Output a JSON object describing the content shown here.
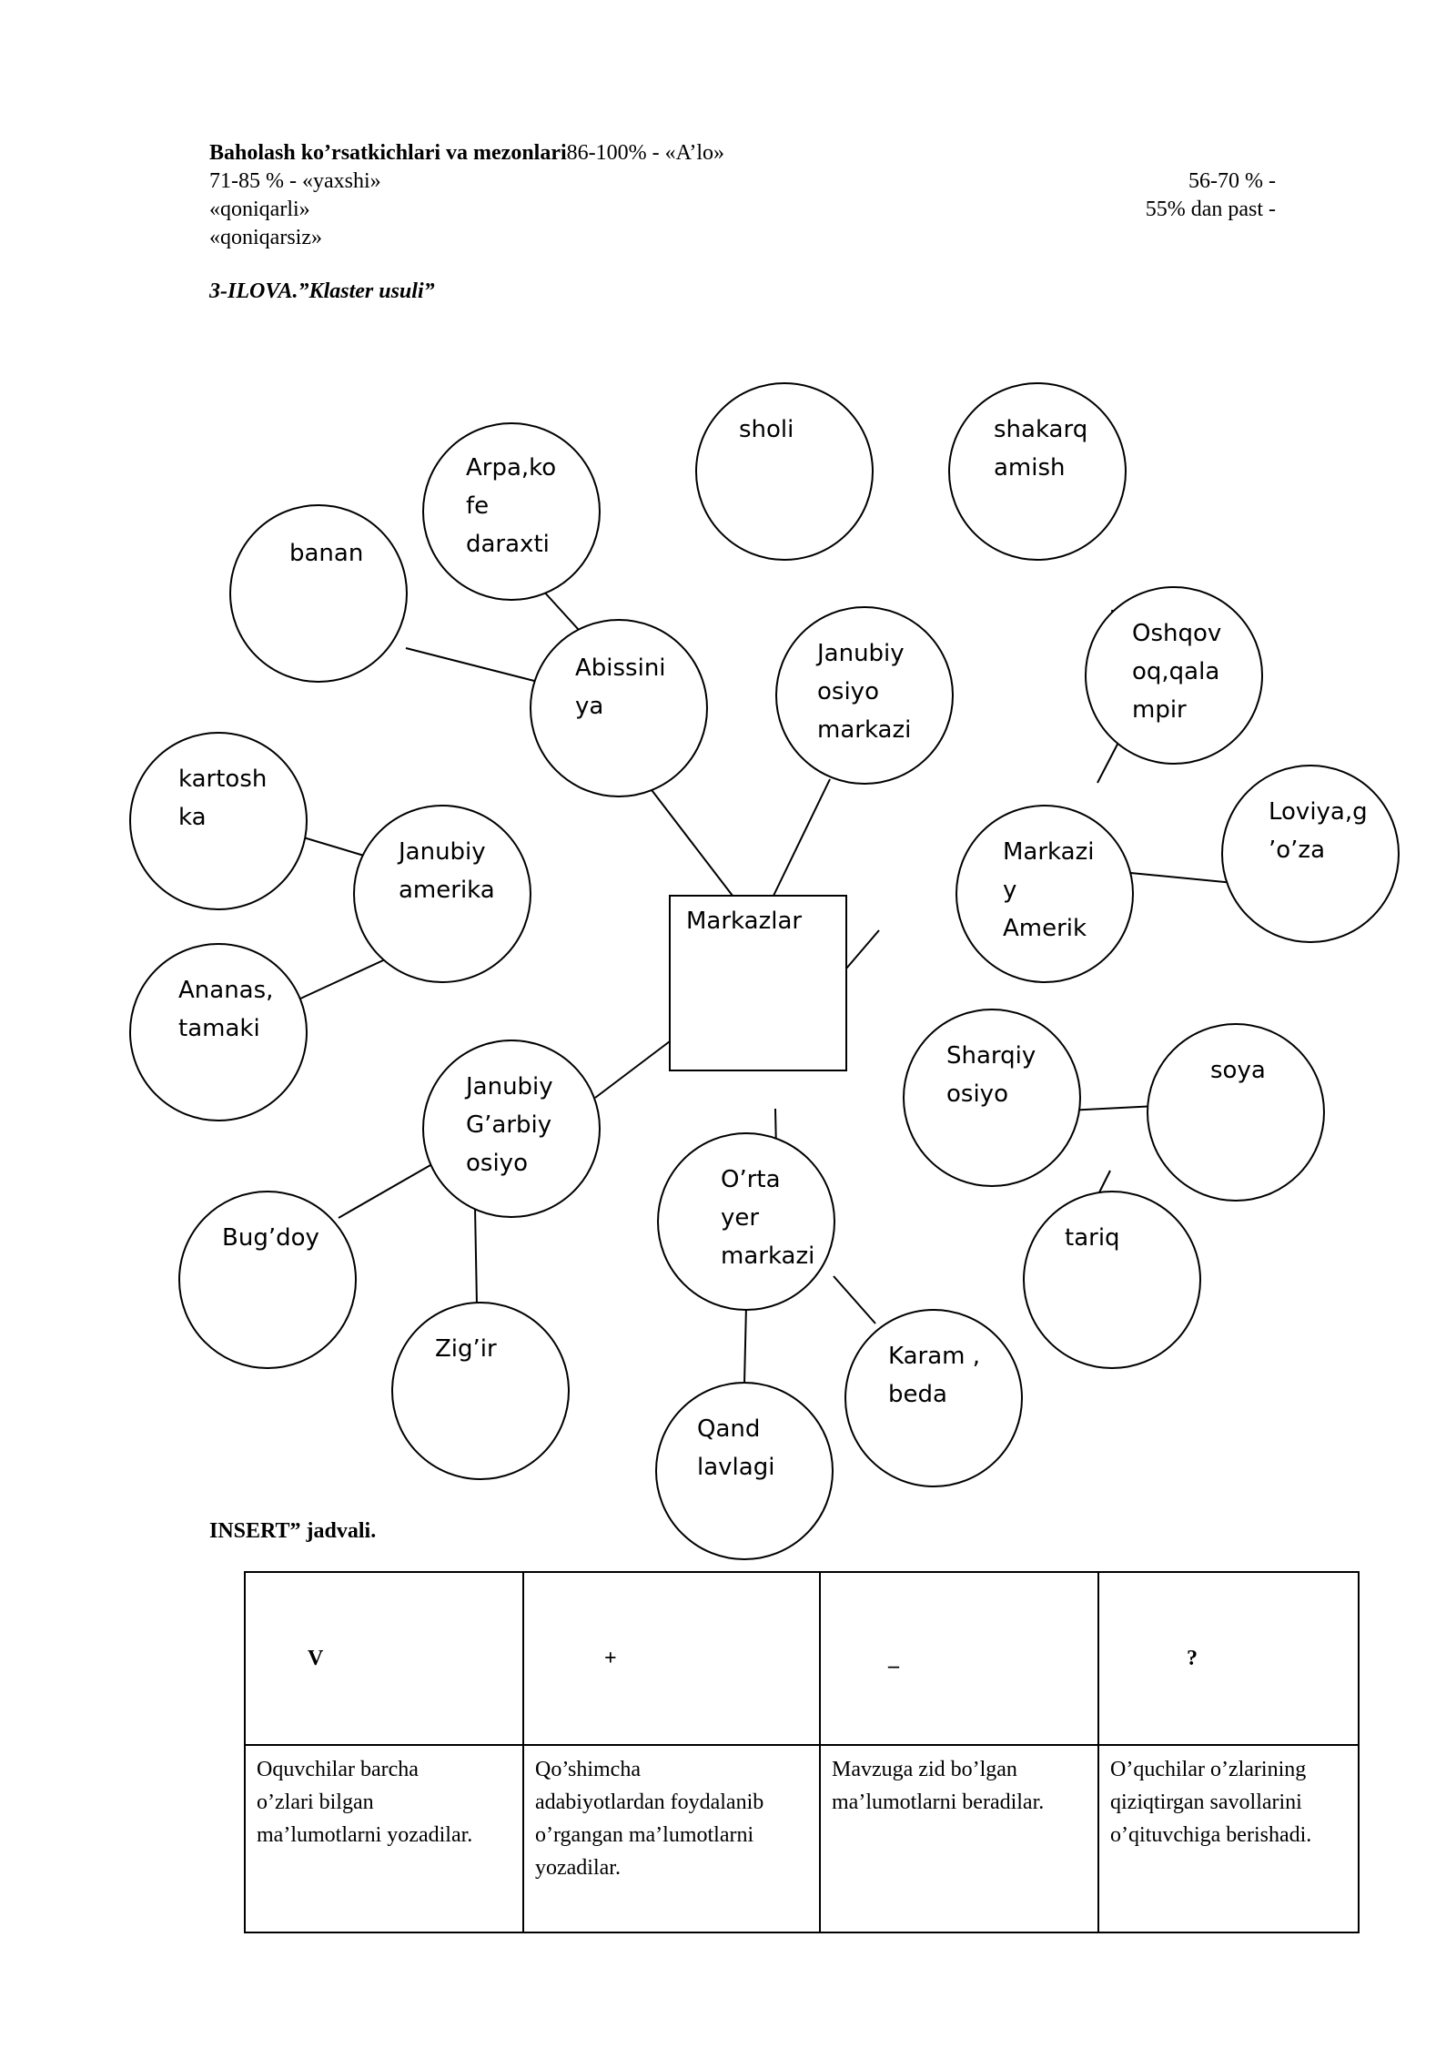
{
  "header": {
    "title_bold": "Baholash ko’rsatkichlari va mezonlari",
    "title_rest": "86-100% - «A’lo»",
    "line2_left": "71-85 % - «yaxshi»",
    "line2_right": "56-70 % -",
    "line3_left": "«qoniqarli»",
    "line3_right": "55% dan past -",
    "line4_left": "«qoniqarsiz»"
  },
  "section_title": "3-ILOVA.”Klaster usuli”",
  "cluster": {
    "center": "Markazlar",
    "nodes": {
      "abissiniya": [
        "Abissini",
        "ya"
      ],
      "banan": [
        "banan"
      ],
      "arpa": [
        "Arpa,ko",
        "fe",
        "daraxti"
      ],
      "sholi": [
        "sholi"
      ],
      "shakarqamish": [
        "shakarq",
        "amish"
      ],
      "janubiy_osiyo": [
        "Janubiy",
        "osiyo",
        "markazi"
      ],
      "oshqovoq": [
        "Oshqov",
        "oq,qala",
        "mpir"
      ],
      "loviya": [
        "Loviya,g",
        "’o’za"
      ],
      "markaziy_amerika": [
        "Markazi",
        "y",
        "Amerik"
      ],
      "kartoshka": [
        "kartosh",
        "ka"
      ],
      "janubiy_amerika": [
        "Janubiy",
        "amerika"
      ],
      "ananas": [
        "Ananas,",
        "tamaki"
      ],
      "sharqiy_osiyo": [
        "Sharqiy",
        "osiyo"
      ],
      "soya": [
        "soya"
      ],
      "tariq": [
        "tariq"
      ],
      "janubiy_garbiy": [
        "Janubiy",
        "G’arbiy",
        "osiyo"
      ],
      "bugdoy": [
        "Bug’doy"
      ],
      "zigir": [
        "Zig’ir"
      ],
      "orta_yer": [
        "O’rta",
        "yer",
        "markazi"
      ],
      "karam": [
        "Karam ,",
        "beda"
      ],
      "qand": [
        "Qand",
        "lavlagi"
      ]
    }
  },
  "insert_title": "INSERT” jadvali.",
  "insert_table": {
    "headers": [
      "V",
      "+",
      "_",
      "?"
    ],
    "cells": [
      [
        "Oquvchilar barcha",
        "o’zlari bilgan",
        "ma’lumotlarni yozadilar."
      ],
      [
        "Qo’shimcha",
        "adabiyotlardan foydalanib",
        "o’rgangan ma’lumotlarni",
        "yozadilar."
      ],
      [
        "Mavzuga zid bo’lgan",
        "ma’lumotlarni beradilar."
      ],
      [
        "O’quchilar o’zlarining",
        "qiziqtirgan savollarini",
        "o’qituvchiga berishadi."
      ]
    ]
  }
}
